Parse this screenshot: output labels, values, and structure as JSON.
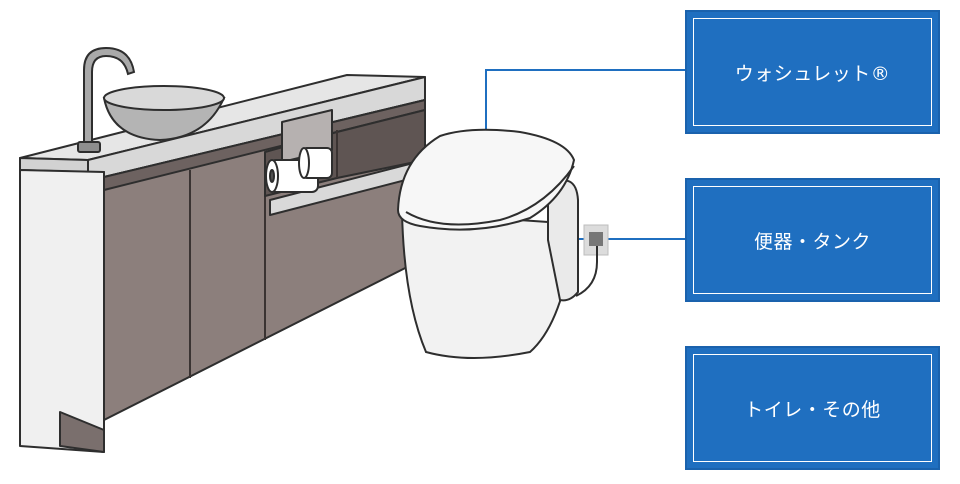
{
  "categories": [
    {
      "id": "washlet",
      "label": "ウォシュレット®"
    },
    {
      "id": "bowl_tank",
      "label": "便器・タンク"
    },
    {
      "id": "toilet_other",
      "label": "トイレ・その他"
    }
  ],
  "colors": {
    "accent": "#1f6fc0",
    "cabinet": "#8c7f7c",
    "counter": "#e2e2e2",
    "outline": "#2e2e2e",
    "leader_line": "#1f6fc0"
  },
  "icons": [
    "faucet-icon",
    "vessel-sink-icon",
    "toilet-paper-icon",
    "toilet-bowl-icon",
    "wall-outlet-icon"
  ]
}
